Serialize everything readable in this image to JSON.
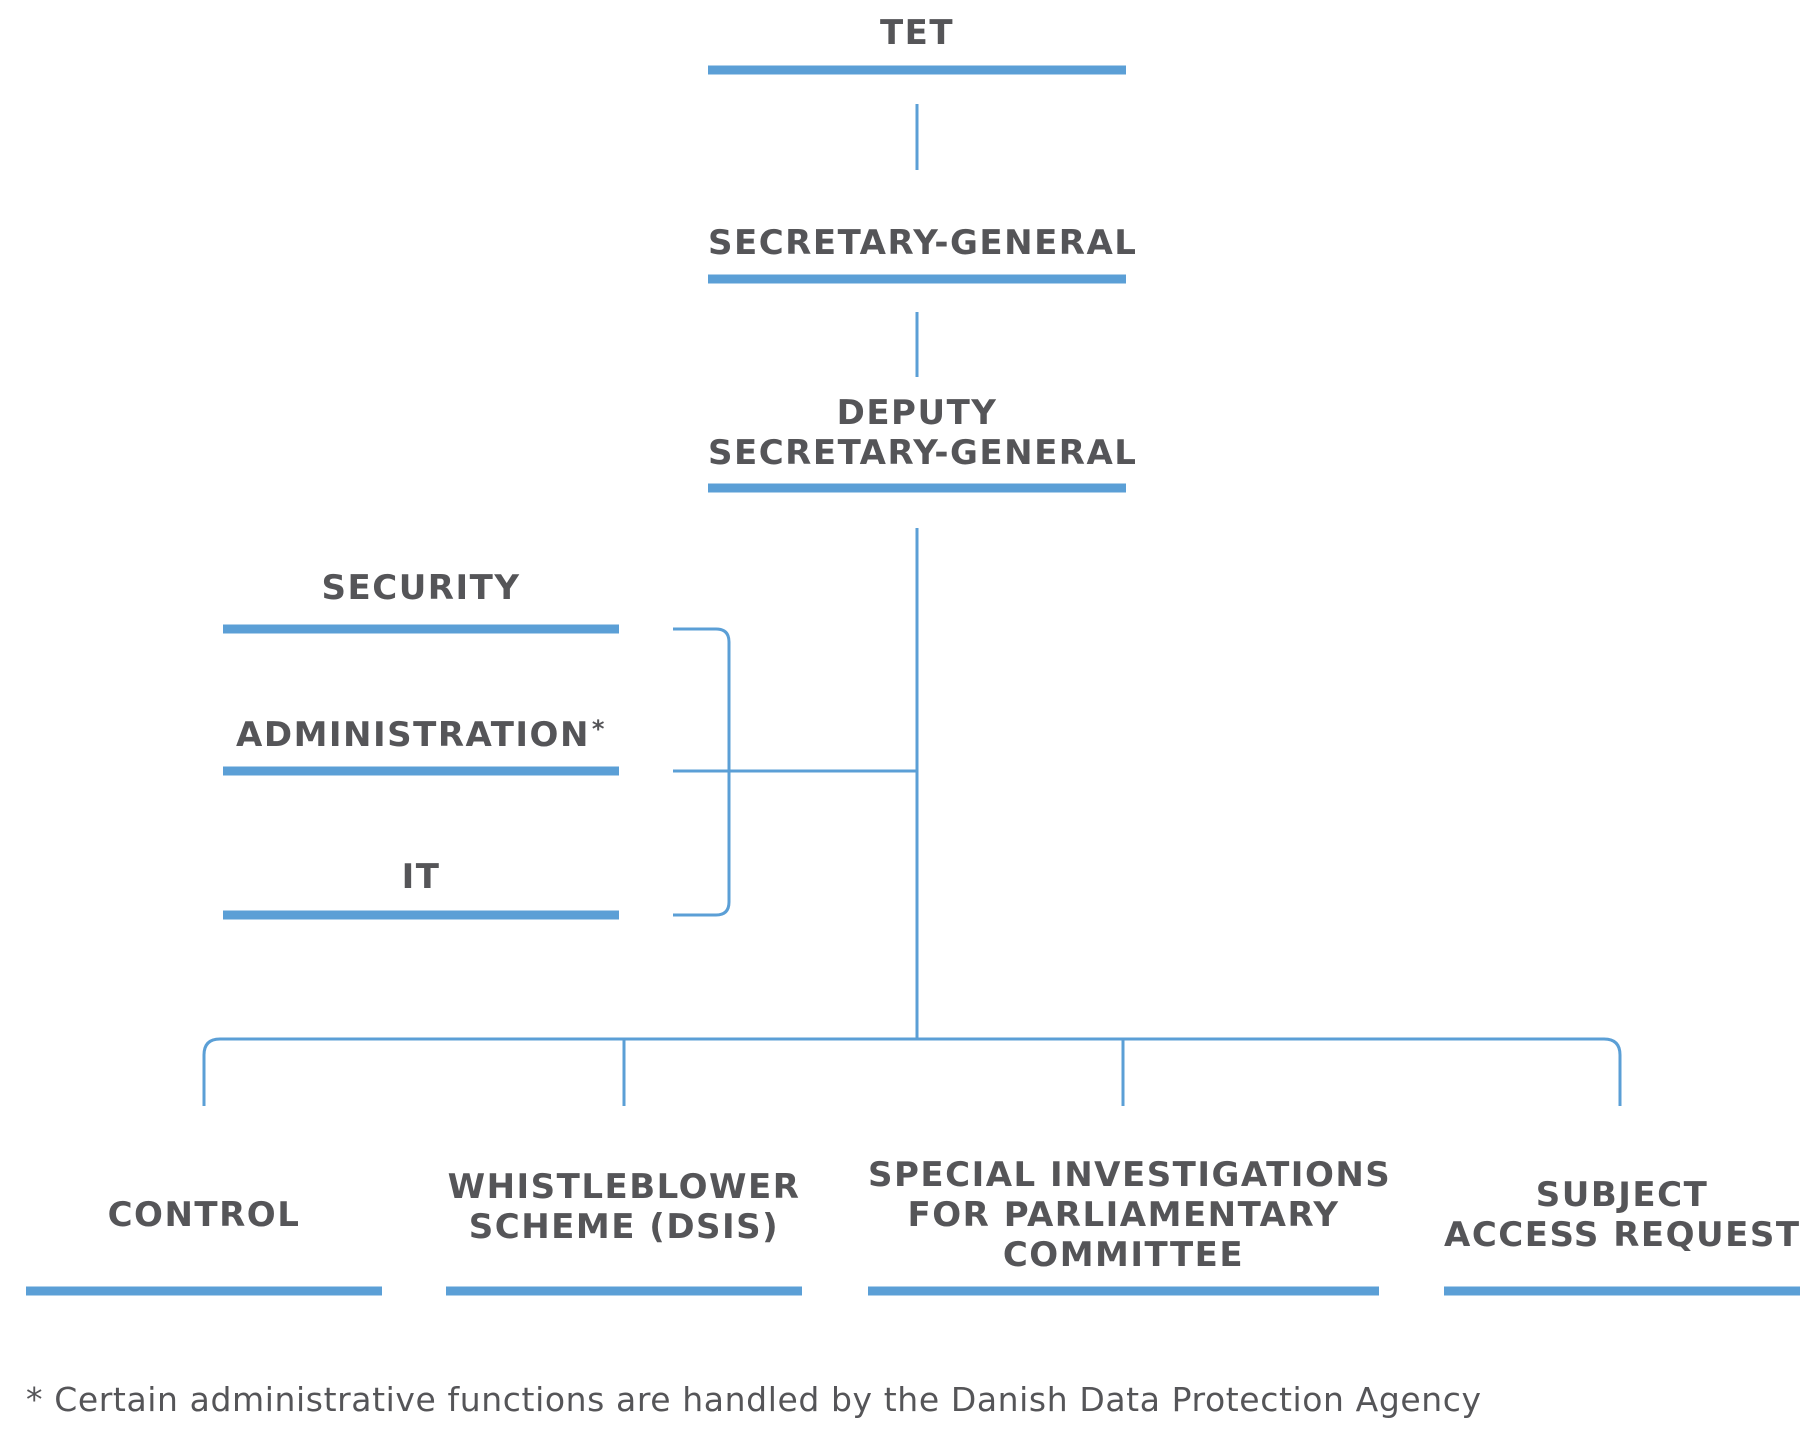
{
  "colors": {
    "line": "#5b9fd6",
    "text": "#555558"
  },
  "nodes": {
    "tet": {
      "lines": [
        "TET"
      ]
    },
    "secretary_general": {
      "lines": [
        "SECRETARY-GENERAL"
      ]
    },
    "deputy_secretary_general": {
      "lines": [
        "DEPUTY",
        "SECRETARY-GENERAL"
      ]
    },
    "security": {
      "lines": [
        "SECURITY"
      ]
    },
    "administration": {
      "lines": [
        "ADMINISTRATION"
      ],
      "marker": "*"
    },
    "it": {
      "lines": [
        "IT"
      ]
    },
    "control": {
      "lines": [
        "CONTROL"
      ]
    },
    "whistleblower": {
      "lines": [
        "WHISTLEBLOWER",
        "SCHEME (DSIS)"
      ]
    },
    "special_investigations": {
      "lines": [
        "SPECIAL INVESTIGATIONS",
        "FOR PARLIAMENTARY",
        "COMMITTEE"
      ]
    },
    "subject_access": {
      "lines": [
        "SUBJECT",
        "ACCESS REQUEST"
      ]
    }
  },
  "footnote": "* Certain administrative functions are handled by the Danish Data Protection Agency"
}
